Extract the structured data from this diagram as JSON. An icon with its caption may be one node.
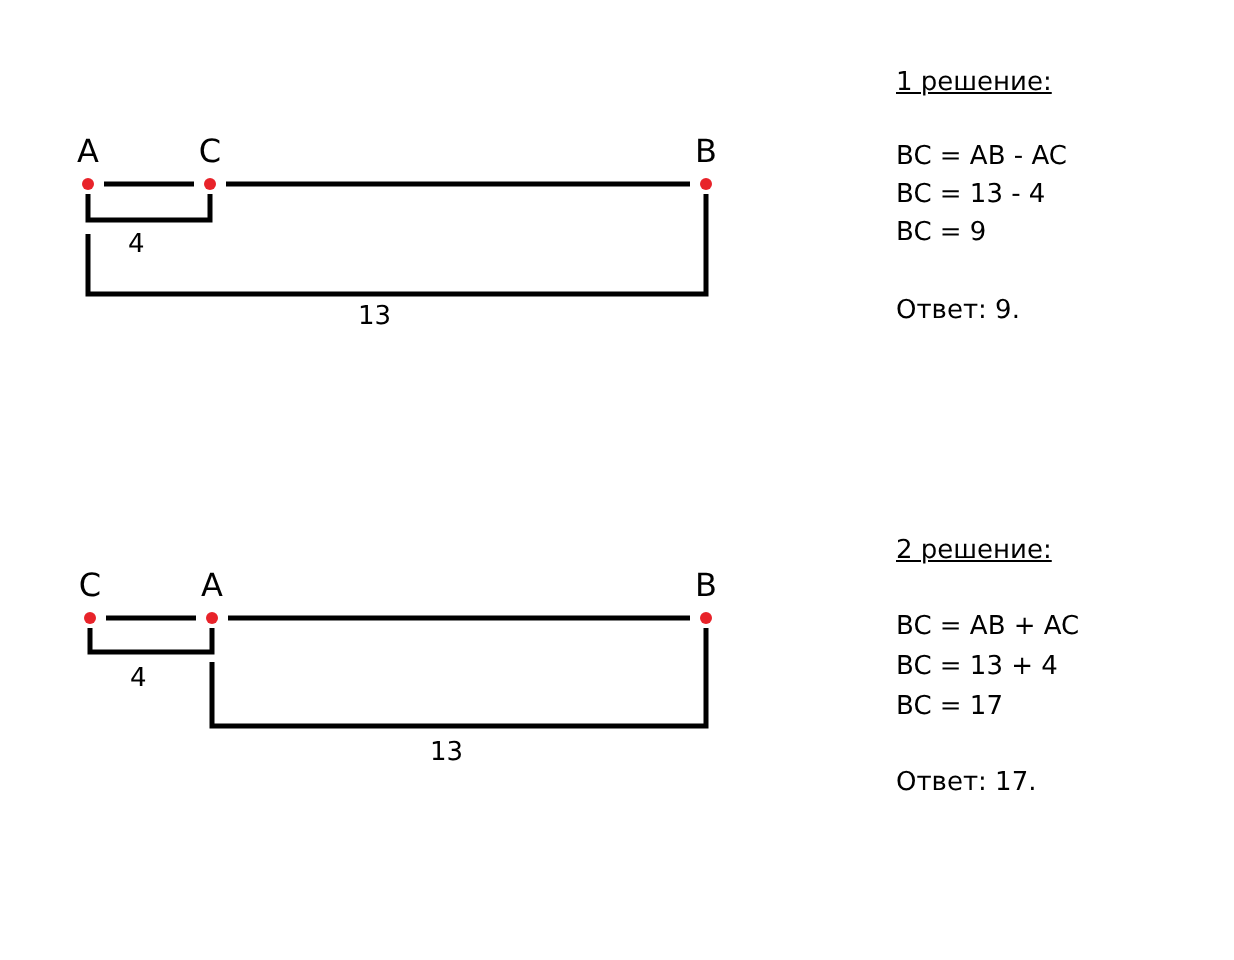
{
  "diagram": {
    "nodes": [
      {
        "text": [
          "A"
        ]
      },
      {
        "text": [
          "C"
        ]
      },
      {
        "text": [
          "B"
        ]
      },
      {
        "text": [
          "C"
        ]
      },
      {
        "text": [
          "A"
        ]
      },
      {
        "text": [
          "B"
        ]
      }
    ],
    "edges": [
      {
        "from": 0,
        "to": 1,
        "arrow": "none"
      },
      {
        "from": 1,
        "to": 2,
        "arrow": "none"
      },
      {
        "from": 3,
        "to": 4,
        "arrow": "none"
      },
      {
        "from": 4,
        "to": 5,
        "arrow": "none"
      }
    ],
    "labels": [
      "4",
      "13",
      "1 решение:",
      "BC = AB - AC",
      "BC = 13 - 4",
      "BC = 9",
      "Ответ: 9.",
      "4",
      "13",
      "2 решение:",
      "BC = AB + AC",
      "BC = 13 + 4",
      "BC = 17",
      "Ответ: 17."
    ]
  }
}
